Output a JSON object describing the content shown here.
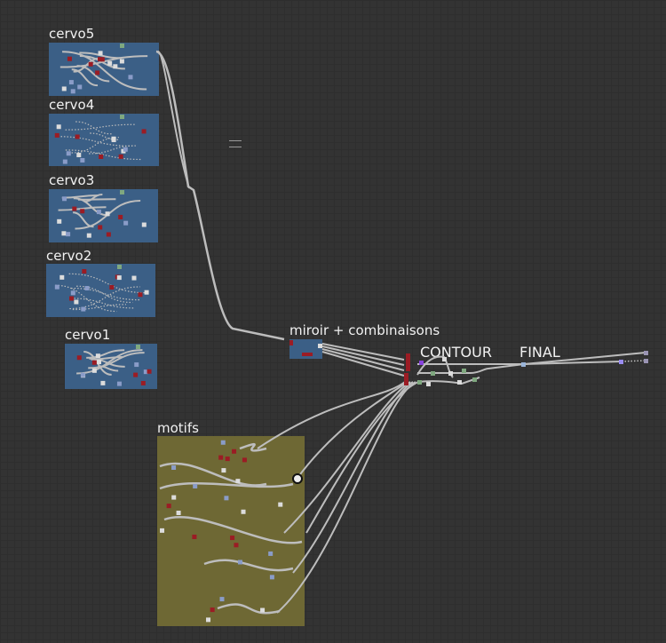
{
  "frames": {
    "cervo5": "cervo5",
    "cervo4": "cervo4",
    "cervo3": "cervo3",
    "cervo2": "cervo2",
    "cervo1": "cervo1",
    "miroir": "miroir + combinaisons",
    "motifs": "motifs"
  },
  "labels": {
    "contour": "CONTOUR",
    "final": "FINAL"
  },
  "colors": {
    "frame_blue": "#3b5f86",
    "frame_olive": "#6e6834",
    "node_red": "#9b1c24",
    "node_white": "#dcdcdc",
    "node_blue": "#8a9cc8",
    "node_green": "#7fa87f",
    "wire": "#bdbdbd"
  }
}
